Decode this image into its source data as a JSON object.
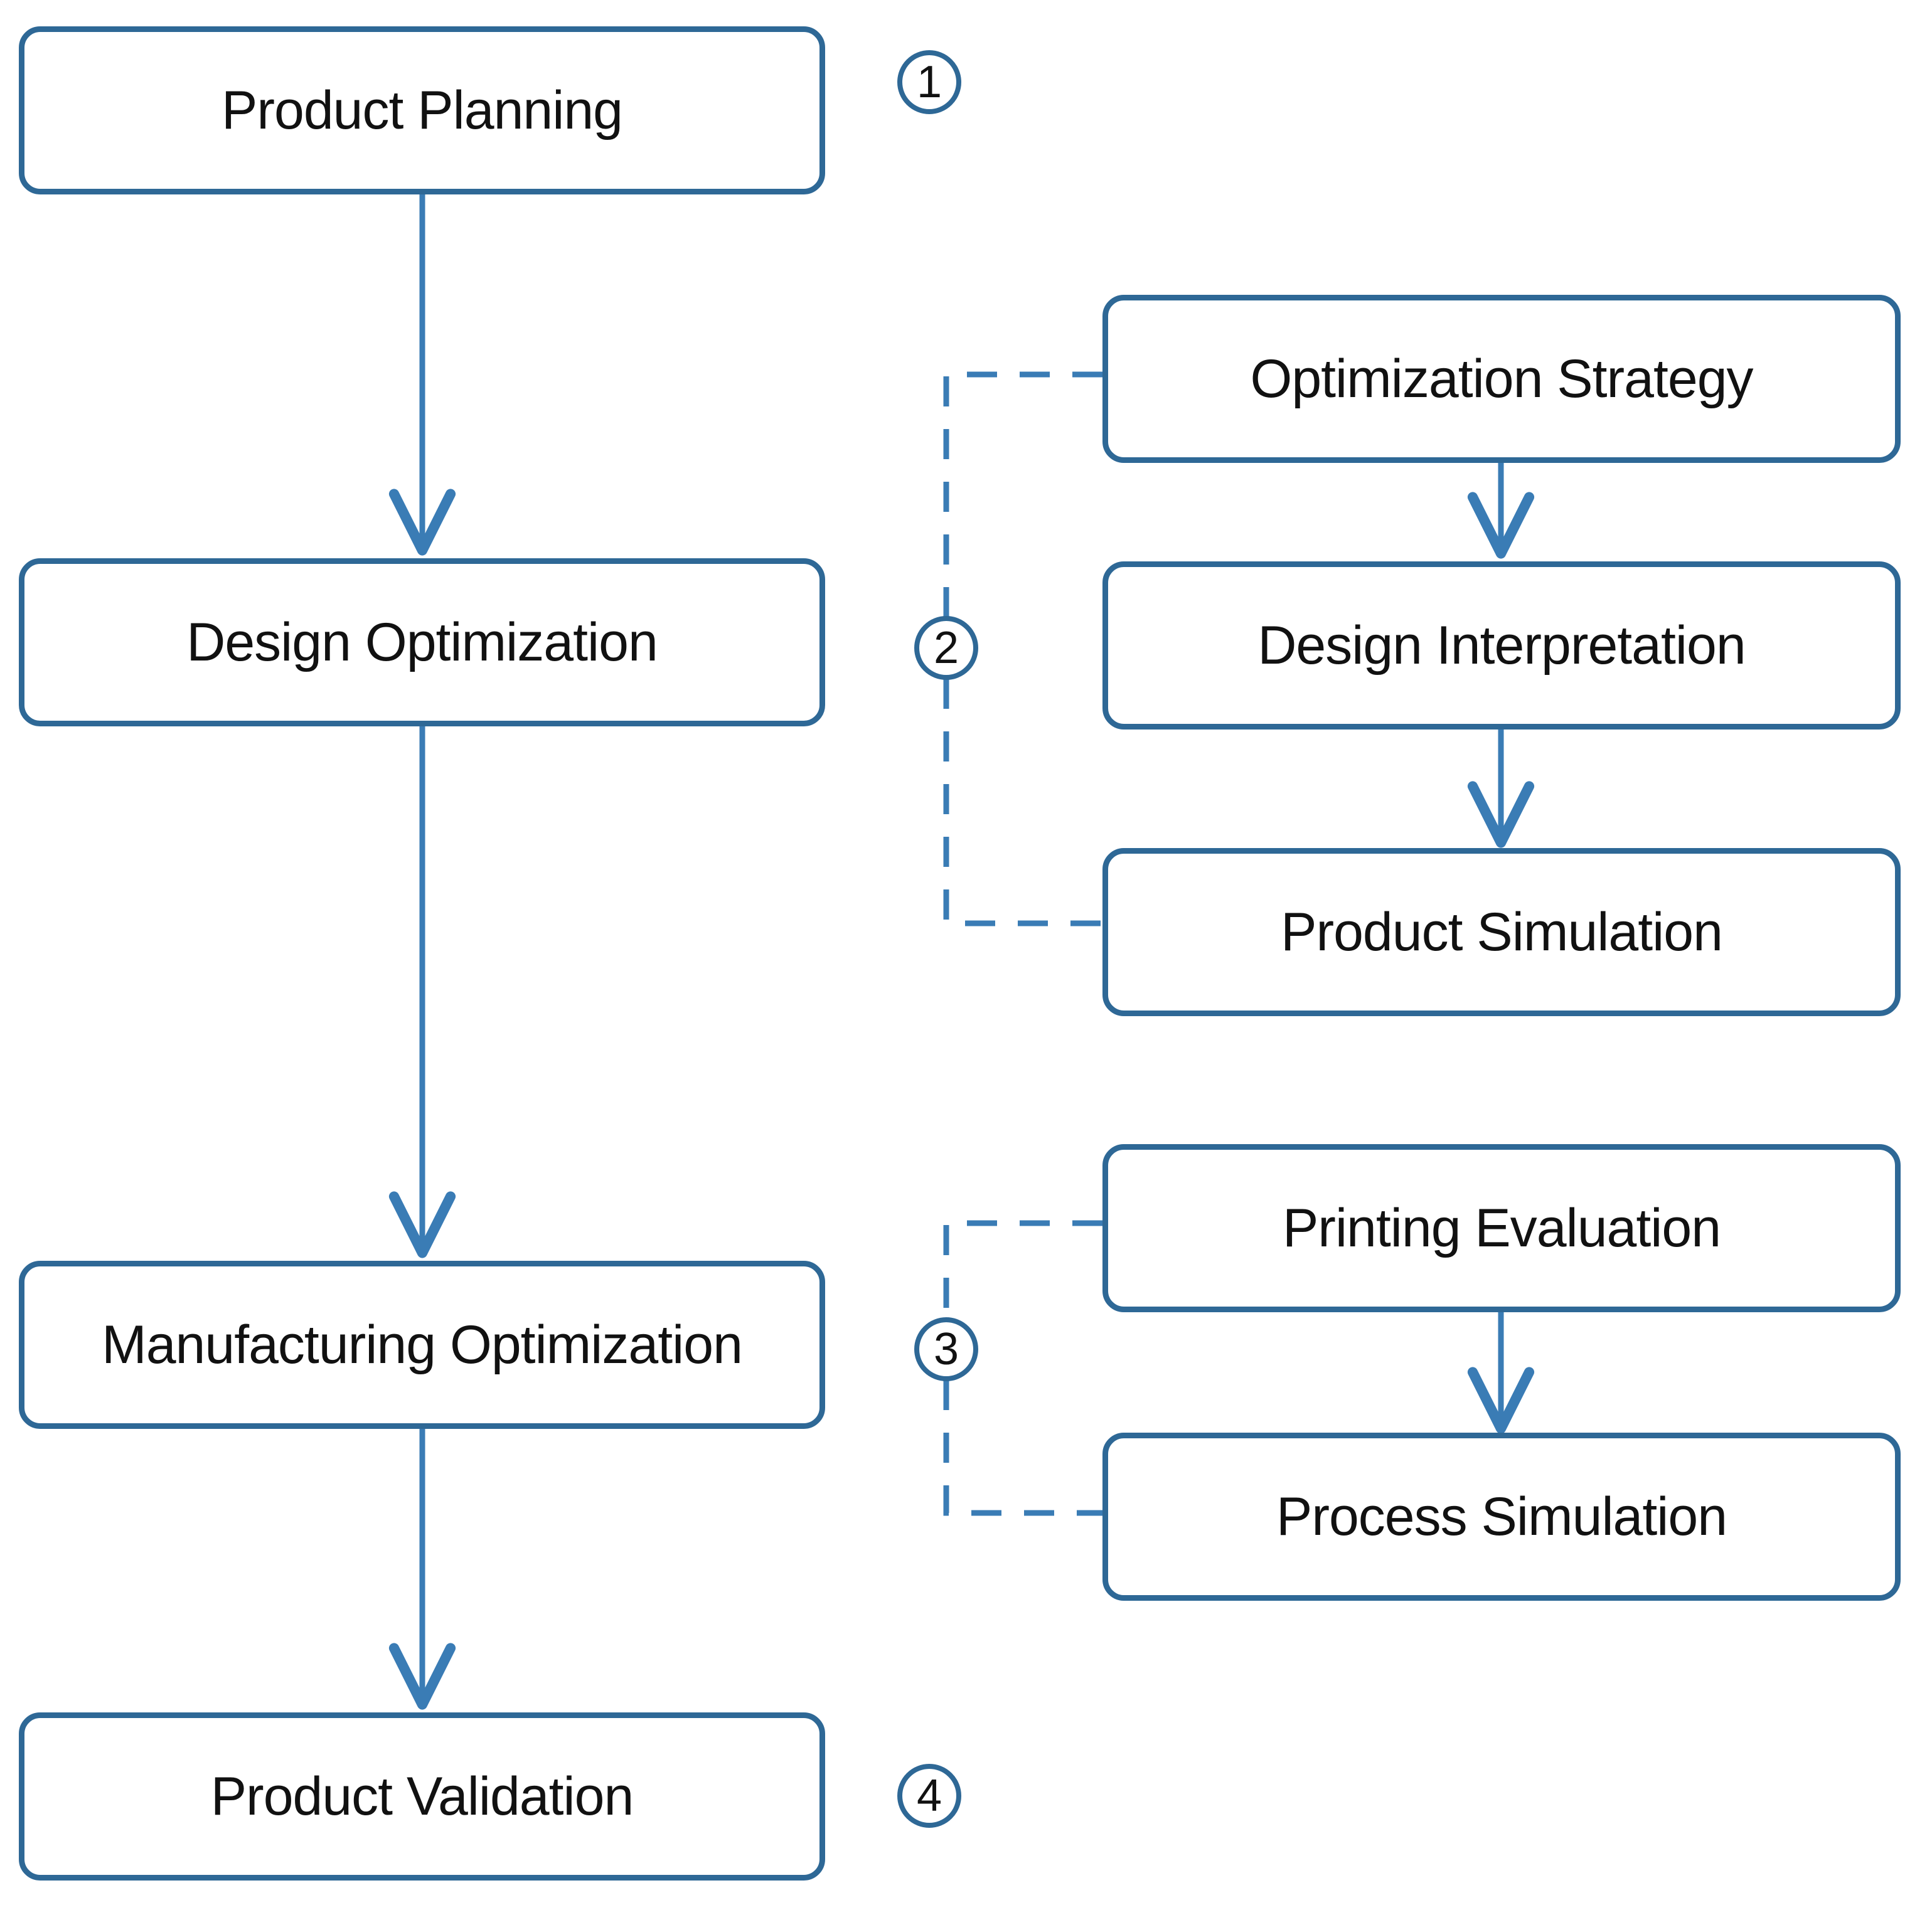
{
  "diagram": {
    "title": "Product development and manufacturing optimization workflow",
    "colors": {
      "node_border": "#2E6896",
      "node_fill": "#FFFFFF",
      "arrow": "#3A7CB5",
      "dashed_connector": "#3A7CB5",
      "text": "#111111"
    },
    "main_nodes": [
      {
        "id": "product-planning",
        "label": "Product Planning"
      },
      {
        "id": "design-optimization",
        "label": "Design Optimization"
      },
      {
        "id": "manufacturing-optimization",
        "label": "Manufacturing Optimization"
      },
      {
        "id": "product-validation",
        "label": "Product Validation"
      }
    ],
    "stage_markers": [
      {
        "id": "stage-1",
        "label": "1"
      },
      {
        "id": "stage-2",
        "label": "2"
      },
      {
        "id": "stage-3",
        "label": "3"
      },
      {
        "id": "stage-4",
        "label": "4"
      }
    ],
    "design_subprocess": [
      {
        "id": "optimization-strategy",
        "label": "Optimization Strategy"
      },
      {
        "id": "design-interpretation",
        "label": "Design Interpretation"
      },
      {
        "id": "product-simulation",
        "label": "Product Simulation"
      }
    ],
    "manufacturing_subprocess": [
      {
        "id": "printing-evaluation",
        "label": "Printing Evaluation"
      },
      {
        "id": "process-simulation",
        "label": "Process Simulation"
      }
    ]
  }
}
